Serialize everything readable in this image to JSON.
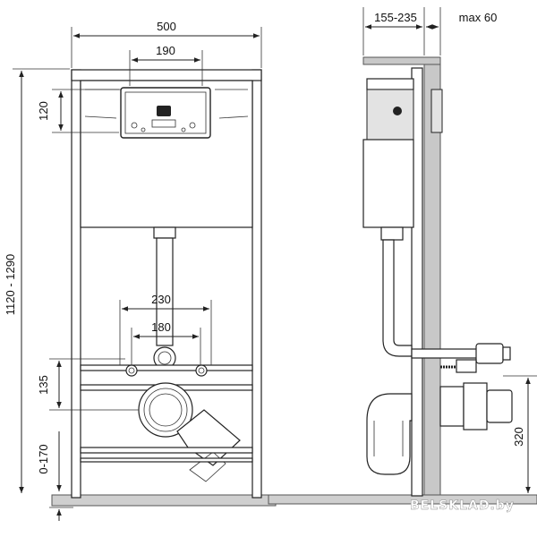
{
  "dimensions": {
    "frame_width": "500",
    "button_plate_width": "190",
    "button_plate_height": "120",
    "total_height": "1120 - 1290",
    "outlet_spacing_outer": "230",
    "outlet_spacing_inner": "180",
    "outlet_height": "135",
    "foot_adjust": "0-170",
    "side_depth": "155-235",
    "side_max": "max 60",
    "bowl_height": "320"
  },
  "watermark": "BELSKLAD.by"
}
